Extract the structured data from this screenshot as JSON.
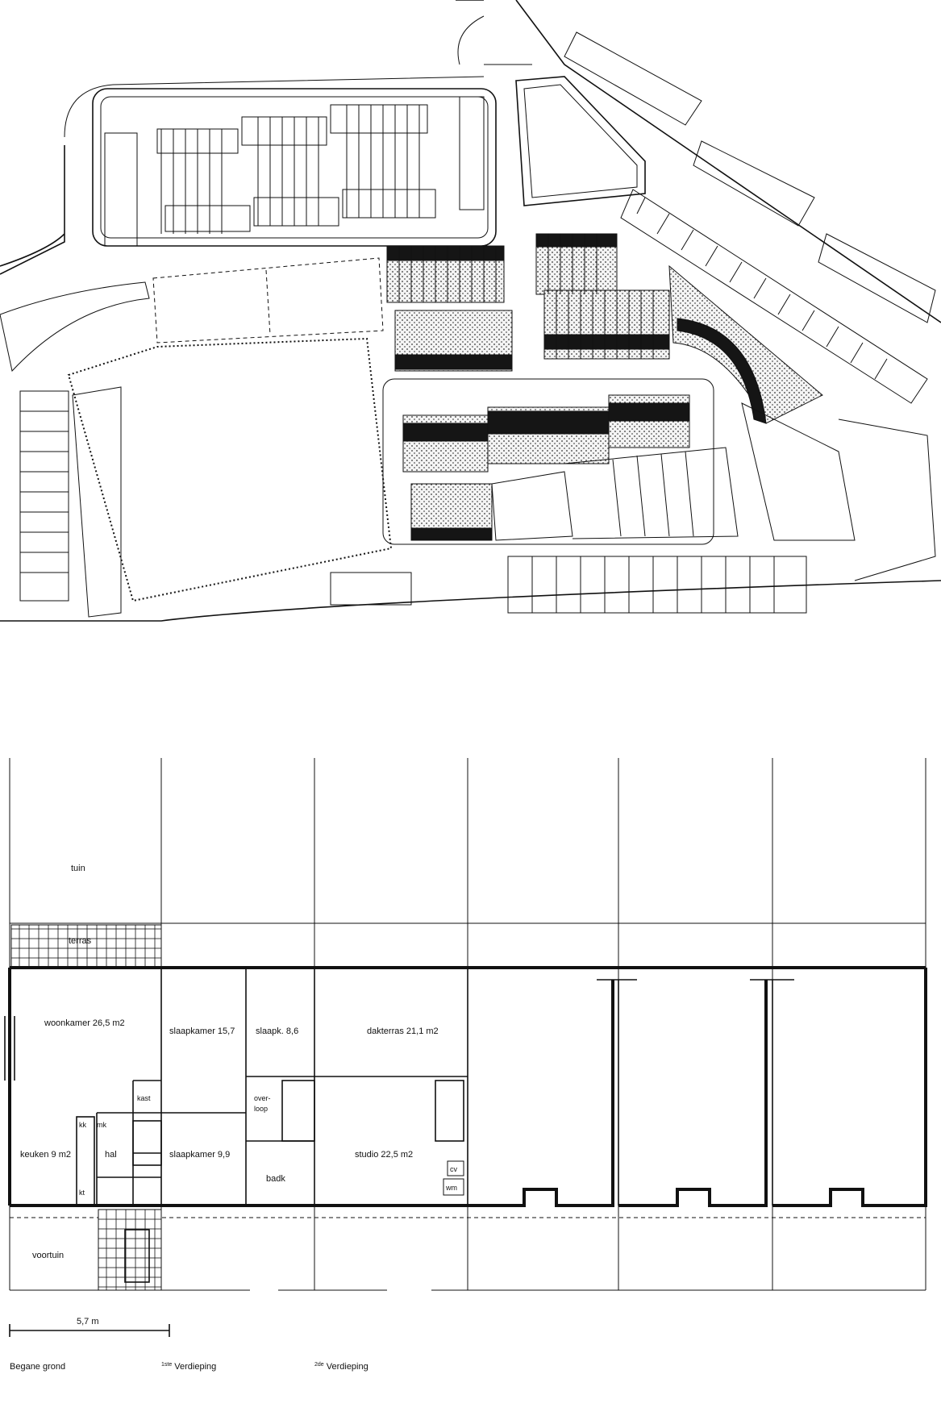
{
  "site_plan": {},
  "floor_plan": {
    "rooms": {
      "tuin": "tuin",
      "terras": "terras",
      "woonkamer": "woonkamer 26,5 m2",
      "keuken": "keuken 9 m2",
      "hal": "hal",
      "kast": "kast",
      "kk": "kk",
      "mk": "mk",
      "kt": "kt",
      "slaapkamer1": "slaapkamer 15,7",
      "slaapkamer2": "slaapkamer 9,9",
      "slaapk": "slaapk. 8,6",
      "overloop_1": "over-",
      "overloop_2": "loop",
      "badk": "badk",
      "dakterras": "dakterras 21,1 m2",
      "studio": "studio 22,5 m2",
      "cv": "cv",
      "wm": "wm",
      "voortuin": "voortuin"
    },
    "scale_label": "5,7 m",
    "levels": {
      "begane_grond": "Begane grond",
      "eerste_sup": "1ste",
      "eerste": " Verdieping",
      "tweede_sup": "2de",
      "tweede": " Verdieping"
    }
  }
}
